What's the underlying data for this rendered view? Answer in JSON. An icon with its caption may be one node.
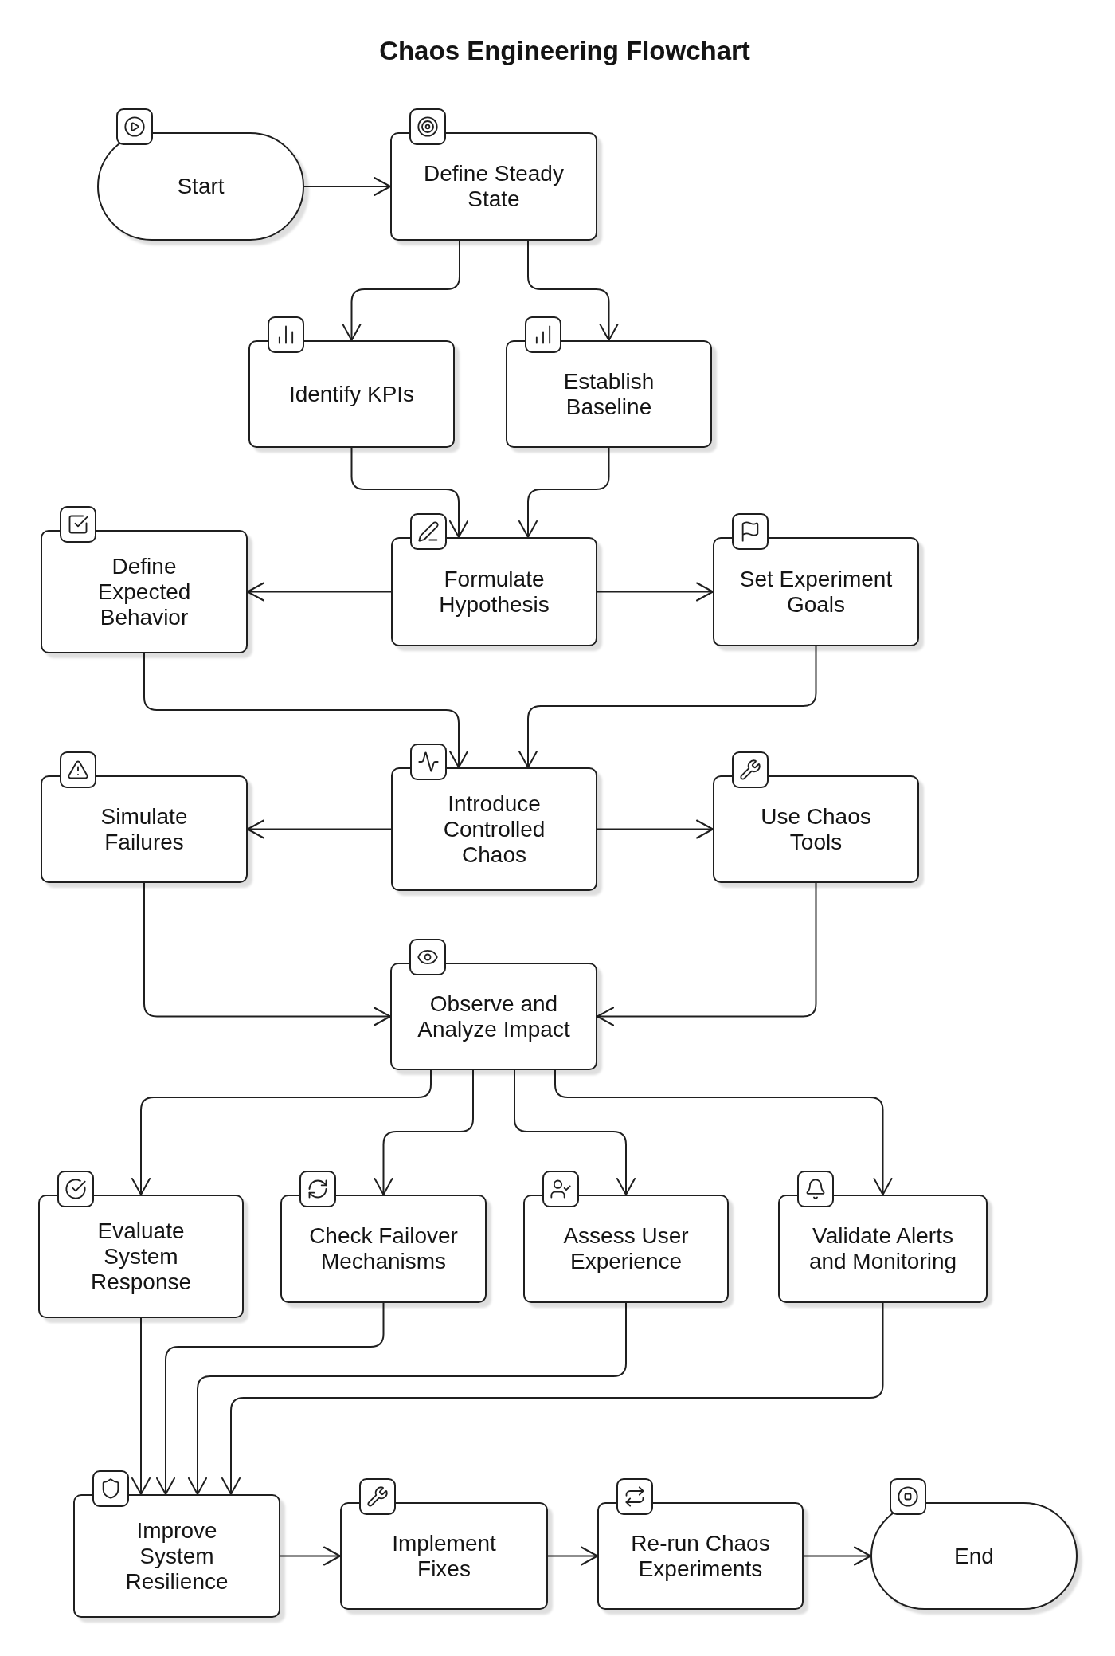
{
  "diagram": {
    "title": "Chaos Engineering Flowchart",
    "nodes": [
      {
        "text": [
          "Start"
        ]
      },
      {
        "text": [
          "Define Steady State"
        ]
      },
      {
        "text": [
          "Identify KPIs"
        ]
      },
      {
        "text": [
          "Establish Baseline"
        ]
      },
      {
        "text": [
          "Define Expected Behavior"
        ]
      },
      {
        "text": [
          "Formulate Hypothesis"
        ]
      },
      {
        "text": [
          "Set Experiment Goals"
        ]
      },
      {
        "text": [
          "Simulate Failures"
        ]
      },
      {
        "text": [
          "Introduce Controlled Chaos"
        ]
      },
      {
        "text": [
          "Use Chaos Tools"
        ]
      },
      {
        "text": [
          "Observe and Analyze Impact"
        ]
      },
      {
        "text": [
          "Evaluate System Response"
        ]
      },
      {
        "text": [
          "Check Failover Mechanisms"
        ]
      },
      {
        "text": [
          "Assess User Experience"
        ]
      },
      {
        "text": [
          "Validate Alerts and Monitoring"
        ]
      },
      {
        "text": [
          "Improve System Resilience"
        ]
      },
      {
        "text": [
          "Implement Fixes"
        ]
      },
      {
        "text": [
          "Re-run Chaos Experiments"
        ]
      },
      {
        "text": [
          "End"
        ]
      }
    ],
    "edges": [
      {
        "from": 0,
        "to": 1,
        "arrow": "to"
      },
      {
        "from": 1,
        "to": 2,
        "arrow": "to"
      },
      {
        "from": 1,
        "to": 3,
        "arrow": "to"
      },
      {
        "from": 2,
        "to": 5,
        "arrow": "to"
      },
      {
        "from": 3,
        "to": 5,
        "arrow": "to"
      },
      {
        "from": 5,
        "to": 4,
        "arrow": "to"
      },
      {
        "from": 5,
        "to": 6,
        "arrow": "to"
      },
      {
        "from": 4,
        "to": 8,
        "arrow": "to"
      },
      {
        "from": 6,
        "to": 8,
        "arrow": "to"
      },
      {
        "from": 8,
        "to": 7,
        "arrow": "to"
      },
      {
        "from": 8,
        "to": 9,
        "arrow": "to"
      },
      {
        "from": 7,
        "to": 10,
        "arrow": "to"
      },
      {
        "from": 9,
        "to": 10,
        "arrow": "to"
      },
      {
        "from": 10,
        "to": 11,
        "arrow": "to"
      },
      {
        "from": 10,
        "to": 12,
        "arrow": "to"
      },
      {
        "from": 10,
        "to": 13,
        "arrow": "to"
      },
      {
        "from": 10,
        "to": 14,
        "arrow": "to"
      },
      {
        "from": 11,
        "to": 15,
        "arrow": "to"
      },
      {
        "from": 12,
        "to": 15,
        "arrow": "to"
      },
      {
        "from": 13,
        "to": 15,
        "arrow": "to"
      },
      {
        "from": 14,
        "to": 15,
        "arrow": "to"
      },
      {
        "from": 15,
        "to": 16,
        "arrow": "to"
      },
      {
        "from": 16,
        "to": 17,
        "arrow": "to"
      },
      {
        "from": 17,
        "to": 18,
        "arrow": "to"
      }
    ]
  }
}
